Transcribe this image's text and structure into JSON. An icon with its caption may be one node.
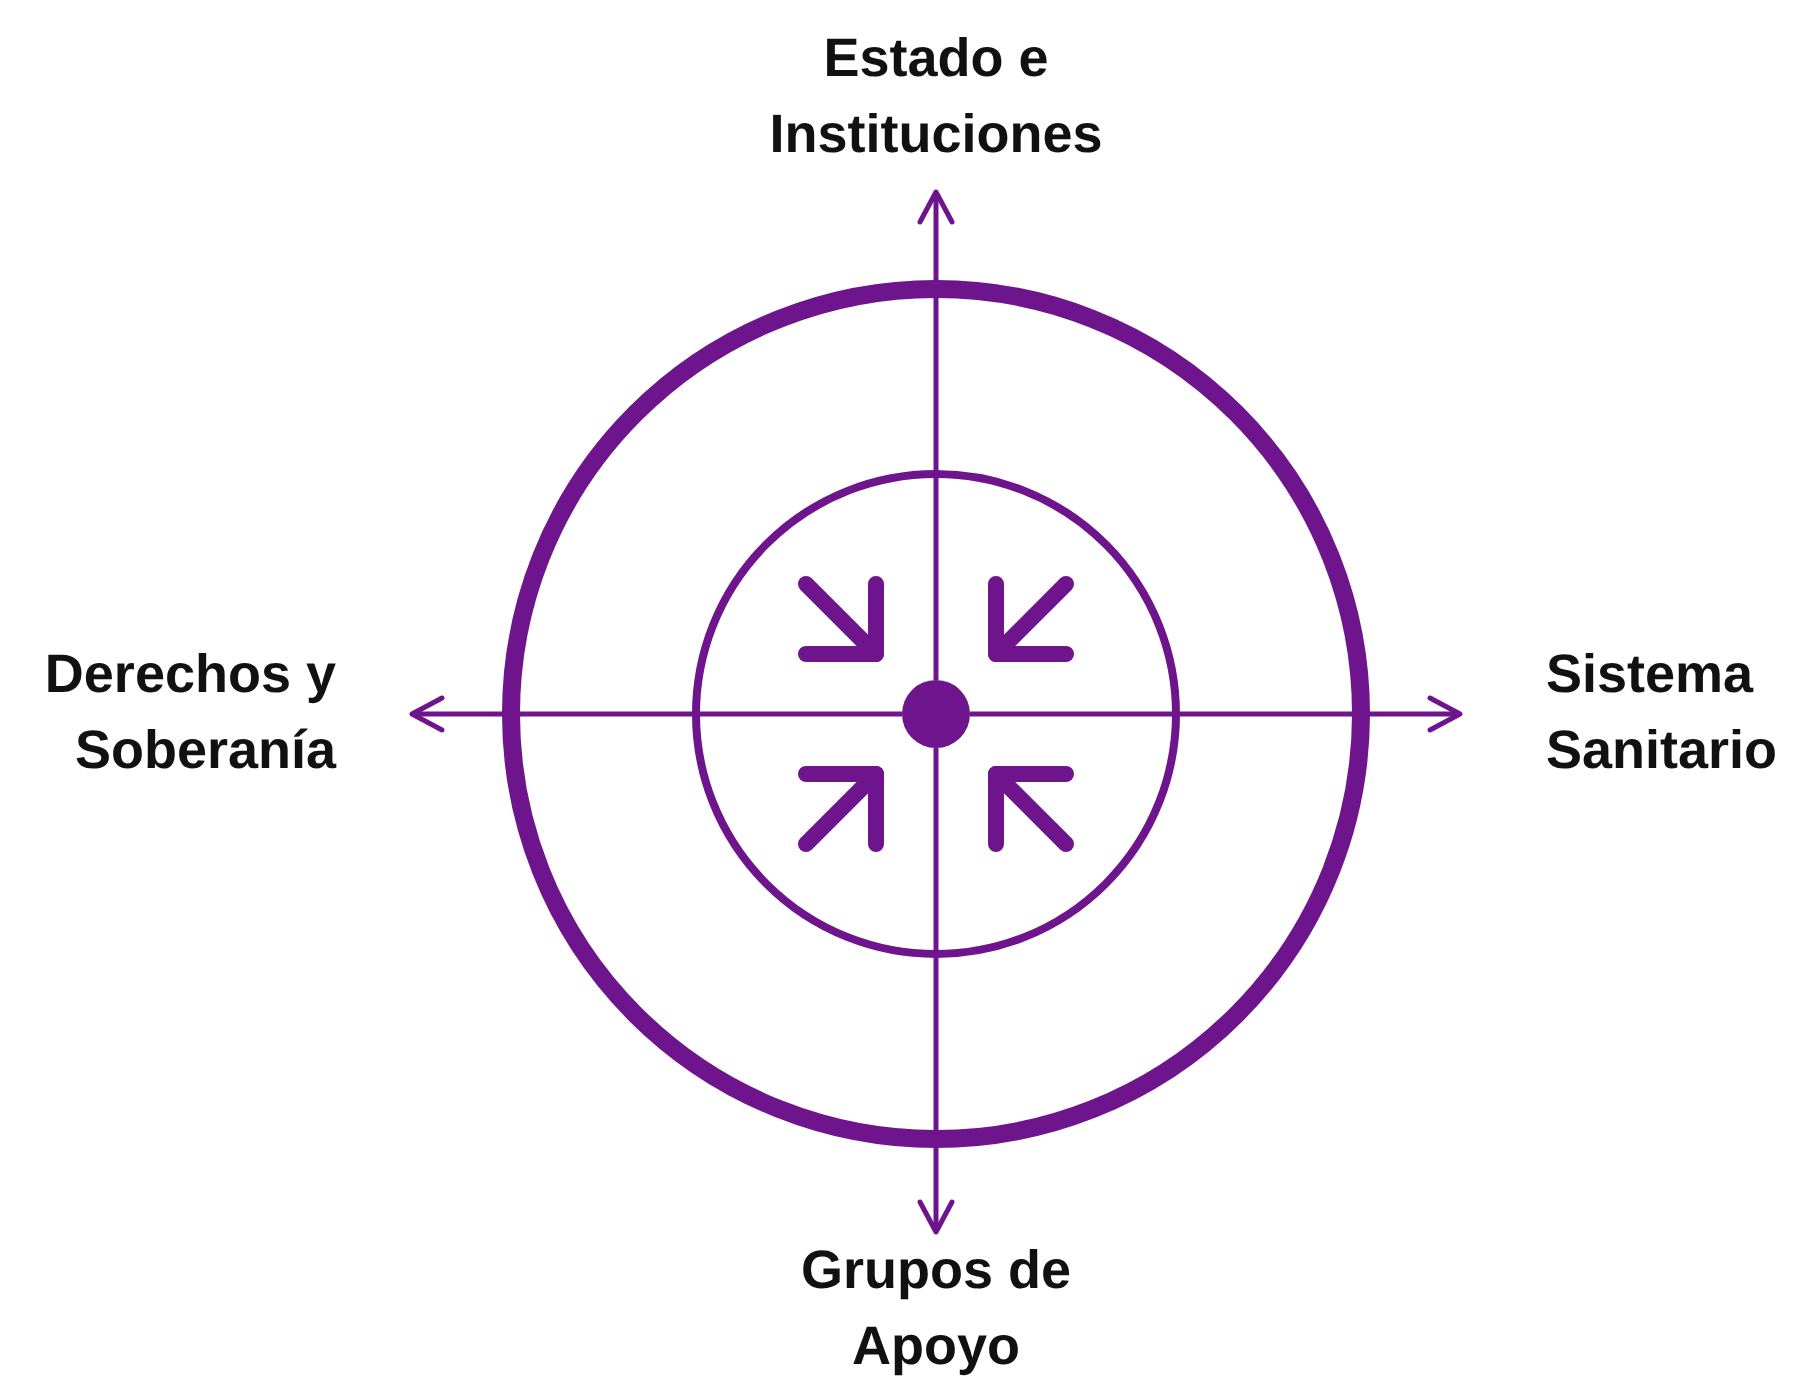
{
  "diagram": {
    "nodes": [
      {
        "text": [],
        "shape": "circle"
      },
      {
        "text": [],
        "shape": "circle",
        "in": 0
      },
      {
        "text": [],
        "shape": "circle",
        "in": 1
      },
      {
        "text": [
          "Estado e Instituciones"
        ]
      },
      {
        "text": [
          "Sistema Sanitario"
        ]
      },
      {
        "text": [
          "Grupos de Apoyo"
        ]
      },
      {
        "text": [
          "Derechos y Soberanía"
        ]
      }
    ],
    "edges": [
      {
        "from": 2,
        "to": 3,
        "arrow": "to"
      },
      {
        "from": 2,
        "to": 4,
        "arrow": "to"
      },
      {
        "from": 2,
        "to": 5,
        "arrow": "to"
      },
      {
        "from": 2,
        "to": 6,
        "arrow": "to"
      }
    ]
  }
}
